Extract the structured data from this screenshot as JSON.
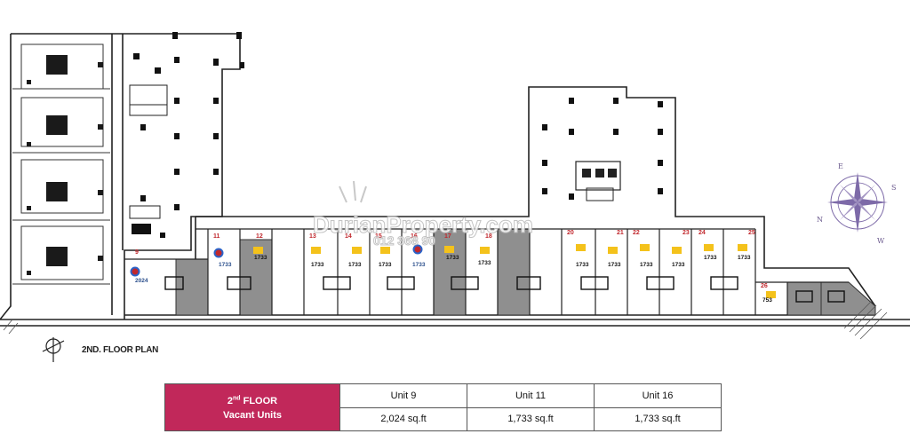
{
  "plan": {
    "title": "2ND. FLOOR PLAN",
    "watermark": "DurianProperty.com",
    "watermark_phone": "012 368 90",
    "compass": {
      "n": "N",
      "e": "E",
      "s": "S",
      "w": "W"
    },
    "units": [
      {
        "id": "unit-9",
        "num": "9",
        "area": "2024",
        "marker": "circle"
      },
      {
        "id": "unit-11",
        "num": "11",
        "area": "1733",
        "marker": "circle"
      },
      {
        "id": "unit-12",
        "num": "12",
        "area": "1733",
        "marker": "yellow"
      },
      {
        "id": "unit-13",
        "num": "13",
        "area": "1733",
        "marker": "yellow"
      },
      {
        "id": "unit-14",
        "num": "14",
        "area": "1733",
        "marker": "yellow"
      },
      {
        "id": "unit-15",
        "num": "15",
        "area": "1733",
        "marker": "yellow"
      },
      {
        "id": "unit-16",
        "num": "16",
        "area": "1733",
        "marker": "circle"
      },
      {
        "id": "unit-17",
        "num": "17",
        "area": "1733",
        "marker": "yellow"
      },
      {
        "id": "unit-18",
        "num": "18",
        "area": "1733",
        "marker": "yellow"
      },
      {
        "id": "unit-20",
        "num": "20",
        "area": "1733",
        "marker": "yellow"
      },
      {
        "id": "unit-21",
        "num": "21",
        "area": "1733",
        "marker": "yellow"
      },
      {
        "id": "unit-22",
        "num": "22",
        "area": "1733",
        "marker": "yellow"
      },
      {
        "id": "unit-23",
        "num": "23",
        "area": "1733",
        "marker": "yellow"
      },
      {
        "id": "unit-24",
        "num": "24",
        "area": "1733",
        "marker": "yellow"
      },
      {
        "id": "unit-25",
        "num": "25",
        "area": "1733",
        "marker": "yellow"
      },
      {
        "id": "unit-26",
        "num": "26",
        "area": "753",
        "marker": "yellow"
      }
    ]
  },
  "table": {
    "header_line1_pre": "2",
    "header_line1_sup": "nd",
    "header_line1_post": " FLOOR",
    "header_line2": "Vacant Units",
    "columns": [
      {
        "unit": "Unit 9",
        "size": "2,024 sq.ft"
      },
      {
        "unit": "Unit 11",
        "size": "1,733 sq.ft"
      },
      {
        "unit": "Unit 16",
        "size": "1,733 sq.ft"
      }
    ]
  },
  "colors": {
    "header_bg": "#c1285a",
    "vacant_marker": "#2b63c8",
    "marker_yellow": "#f4c21b",
    "shaded_unit": "#8f8f8f",
    "unit_label": "#c0282d",
    "area_label": "#2b4f8c",
    "compass": "#6b5a8e"
  }
}
